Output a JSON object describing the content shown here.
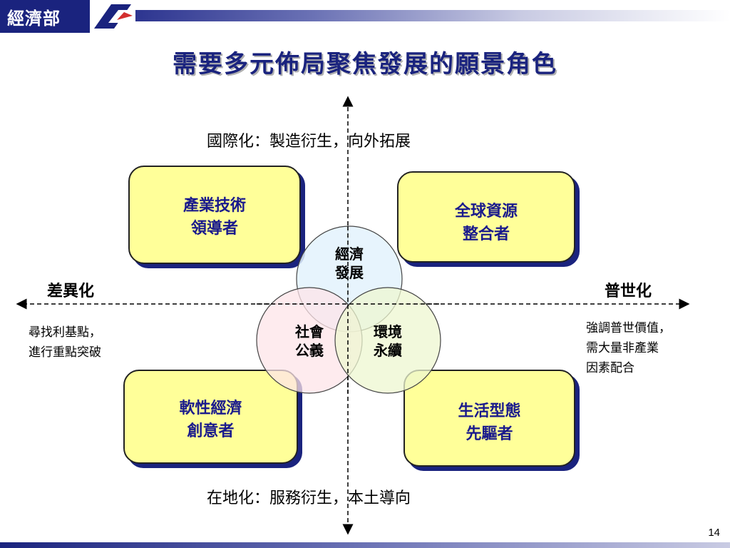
{
  "header": {
    "org_name": "經濟部"
  },
  "title": "需要多元佈局聚焦發展的願景角色",
  "axes": {
    "top": "國際化：製造衍生，向外拓展",
    "bottom": "在地化：服務衍生，本土導向",
    "left": "差異化",
    "right": "普世化"
  },
  "boxes": {
    "top_left": [
      "產業技術",
      "領導者"
    ],
    "top_right": [
      "全球資源",
      "整合者"
    ],
    "bottom_left": [
      "軟性經濟",
      "創意者"
    ],
    "bottom_right": [
      "生活型態",
      "先驅者"
    ]
  },
  "circles": {
    "top": [
      "經濟",
      "發展"
    ],
    "left": [
      "社會",
      "公義"
    ],
    "right": [
      "環境",
      "永續"
    ]
  },
  "notes": {
    "left": [
      "尋找利基點，",
      "進行重點突破"
    ],
    "right": [
      "強調普世價值，",
      "需大量非產業",
      "因素配合"
    ]
  },
  "colors": {
    "brand_navy": "#1a237e",
    "box_fill": "#ffff99",
    "circle_blue": "#e3f2fd",
    "circle_pink": "#fde4e8",
    "circle_green": "#eef7d0"
  },
  "page_number": "14"
}
